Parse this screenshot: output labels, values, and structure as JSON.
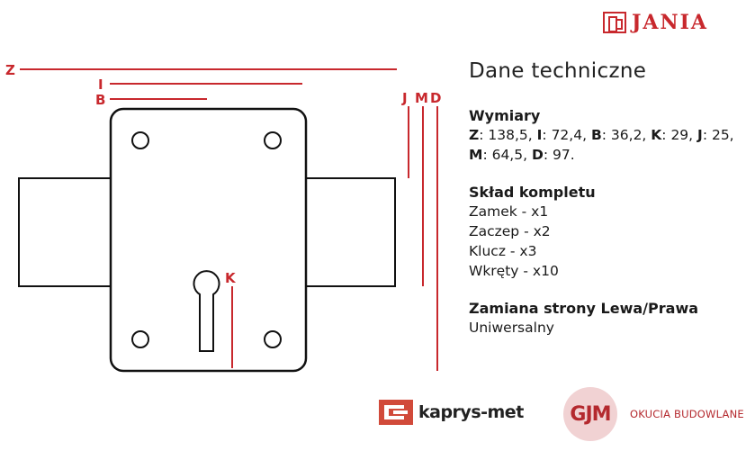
{
  "brand": {
    "name": "JANIA",
    "color": "#c8282d"
  },
  "drawing": {
    "labels": {
      "z": "Z",
      "i": "I",
      "b": "B",
      "j": "J",
      "m": "M",
      "d": "D",
      "k": "K"
    },
    "line_color": "#c8282d"
  },
  "info": {
    "title": "Dane techniczne",
    "dimensions": {
      "heading": "Wymiary",
      "values": [
        {
          "key": "Z",
          "value": ": 138,5, "
        },
        {
          "key": "I",
          "value": ": 72,4, "
        },
        {
          "key": "B",
          "value": ": 36,2, "
        },
        {
          "key": "K",
          "value": ": 29, "
        },
        {
          "key": "J",
          "value": ": 25,"
        },
        {
          "key": "M",
          "value": ": 64,5, "
        },
        {
          "key": "D",
          "value": ": 97."
        }
      ]
    },
    "kit": {
      "heading": "Skład kompletu",
      "items": [
        "Zamek - x1",
        "Zaczep - x2",
        "Klucz - x3",
        "Wkręty - x10"
      ]
    },
    "side": {
      "heading": "Zamiana strony Lewa/Prawa",
      "value": "Uniwersalny"
    }
  },
  "logos": {
    "kaprys": "kaprys-met",
    "gjm": "GJM",
    "gjm_sub": "OKUCIA BUDOWLANE"
  }
}
